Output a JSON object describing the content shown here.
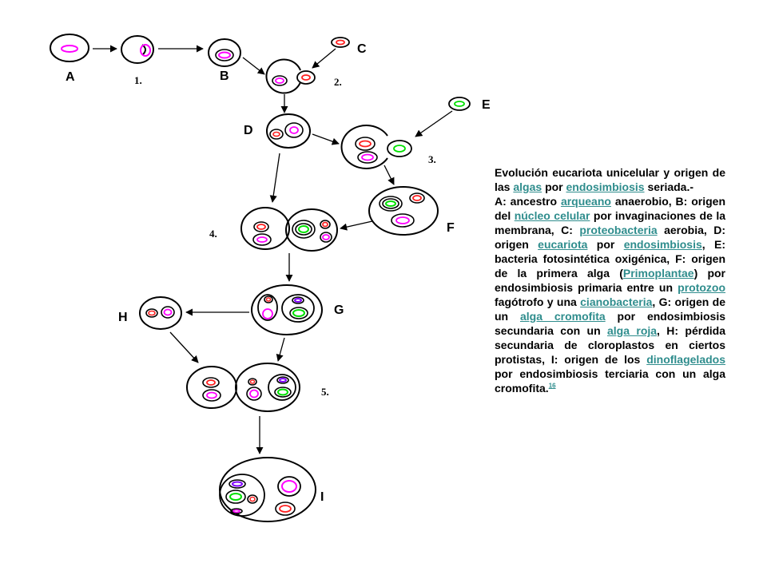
{
  "diagram": {
    "stage_labels": {
      "A": "A",
      "B": "B",
      "C": "C",
      "D": "D",
      "E": "E",
      "F": "F",
      "G": "G",
      "H": "H",
      "I": "I"
    },
    "step_labels": {
      "s1": "1.",
      "s2": "2.",
      "s3": "3.",
      "s4": "4.",
      "s5": "5."
    },
    "colors": {
      "outline": "#000000",
      "nucleus": "#ff00ff",
      "mitochondrion": "#ff2020",
      "chloroplast": "#00e000",
      "red_algae_plastid": "#8000ff",
      "link": "#2f8d8d"
    }
  },
  "caption": {
    "title_pre": "Evolución eucariota unicelular y origen de las",
    "title_link_algas": "algas",
    "title_mid": "por",
    "title_link_endosimbiosis": "endosimbiosis",
    "title_post": "seriada.-",
    "t1": "A: ancestro",
    "l_arqueano": "arqueano",
    "t2": "anaerobio, B: origen del",
    "l_nucleo": "núcleo celular",
    "t3": "por invaginaciones de la membrana, C:",
    "l_proteobacteria": "proteobacteria",
    "t4": "aerobia, D: origen",
    "l_eucariota": "eucariota",
    "t5": "por",
    "l_endosimbiosis": "endosimbiosis",
    "t6": ", E: bacteria fotosintética oxigénica, F: origen de la primera alga (",
    "l_primoplantae": "Primoplantae",
    "t7": ") por endosimbiosis primaria entre un",
    "l_protozoo": "protozoo",
    "t8": "fagótrofo y una",
    "l_cianobacteria": "cianobacteria",
    "t9": ", G: origen de un",
    "l_alga_cromofita": "alga cromofita",
    "t10": "por endosimbiosis secundaria con un",
    "l_alga_roja": "alga roja",
    "t11": ", H: pérdida secundaria de cloroplastos en ciertos protistas, I: origen de los",
    "l_dinoflagelados": "dinoflagelados",
    "t12": "por endosimbiosis terciaria con un alga cromofita.",
    "ref": "16"
  }
}
